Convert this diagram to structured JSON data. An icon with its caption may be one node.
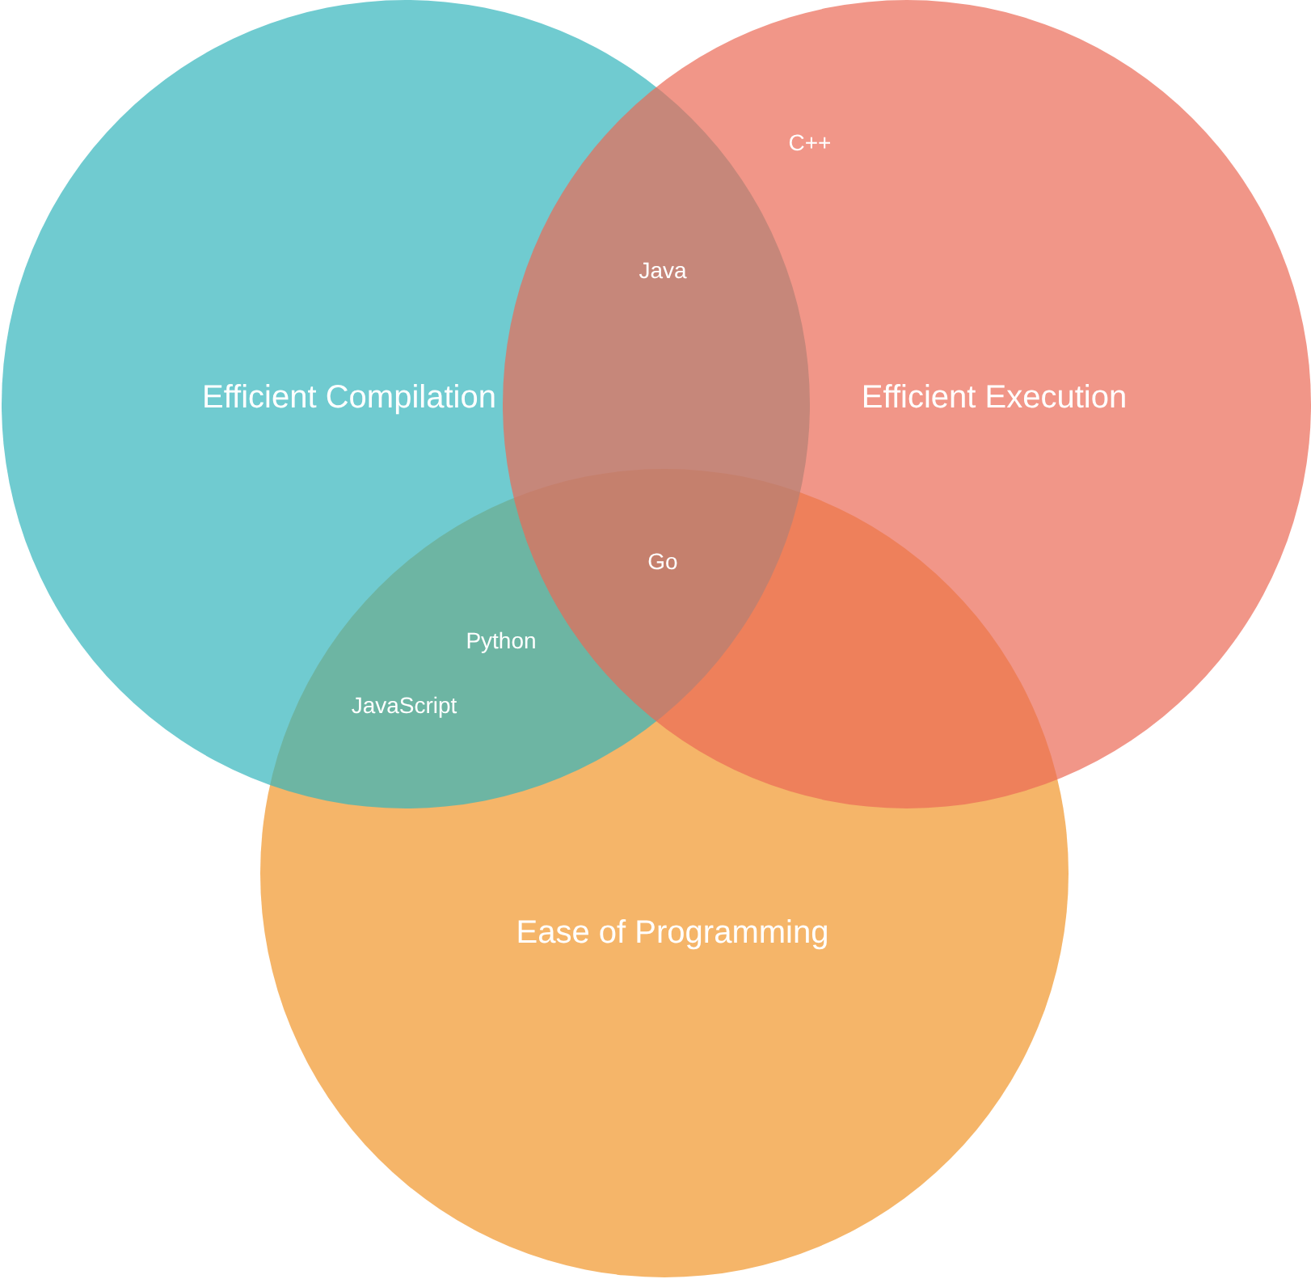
{
  "diagram": {
    "nodes": [
      {
        "text": [
          "Efficient Compilation"
        ]
      },
      {
        "text": [
          "Efficient Execution"
        ]
      },
      {
        "text": [
          "Ease of Programming"
        ]
      }
    ],
    "labels": [
      "C++",
      "Java",
      "Go",
      "Python",
      "JavaScript"
    ]
  }
}
